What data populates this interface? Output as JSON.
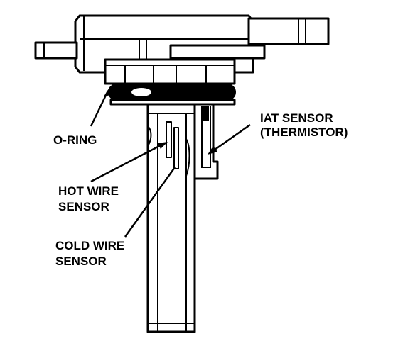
{
  "labels": {
    "o_ring": "O-RING",
    "iat_sensor_line1": "IAT SENSOR",
    "iat_sensor_line2": "(THERMISTOR)",
    "hot_wire_line1": "HOT WIRE",
    "hot_wire_line2": "SENSOR",
    "cold_wire_line1": "COLD WIRE",
    "cold_wire_line2": "SENSOR"
  },
  "colors": {
    "ink": "#000000",
    "paper": "#ffffff"
  }
}
